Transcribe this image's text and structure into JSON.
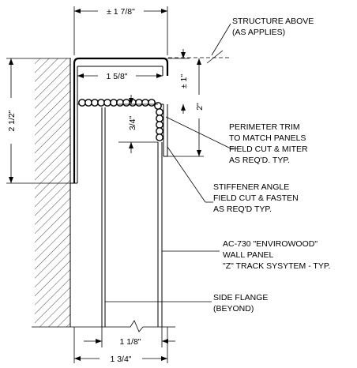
{
  "dimensions": {
    "top_width": "± 1 7/8\"",
    "trim_width": "1 5/8\"",
    "trim_gap": "± 1\"",
    "trim_depth": "2\"",
    "overall_height": "2 1/2\"",
    "angle_leg": "3/4\"",
    "inner_width": "1 1/8\"",
    "outer_width": "1 3/4\""
  },
  "callouts": {
    "structure": [
      "STRUCTURE ABOVE",
      "(AS APPLIES)"
    ],
    "perimeter_trim": [
      "PERIMETER TRIM",
      "TO MATCH PANELS",
      "FIELD CUT & MITER",
      "AS REQ'D. TYP."
    ],
    "stiffener": [
      "STIFFENER ANGLE",
      "FIELD CUT & FASTEN",
      "AS REQ'D TYP."
    ],
    "wall_panel": [
      "AC-730 \"ENVIROWOOD\"",
      "WALL PANEL",
      "\"Z\" TRACK SYSYTEM - TYP."
    ],
    "side_flange": [
      "SIDE FLANGE",
      "(BEYOND)"
    ]
  }
}
